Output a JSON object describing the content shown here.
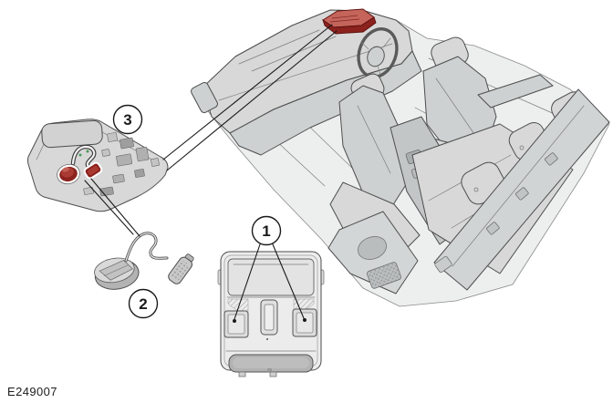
{
  "figure": {
    "code": "E249007"
  },
  "callouts": [
    {
      "label": "1"
    },
    {
      "label": "2"
    },
    {
      "label": "3"
    }
  ],
  "colors": {
    "highlight_dark": "#8b221e",
    "highlight_mid": "#a93a31",
    "highlight_light": "#c4645a",
    "outline": "#1a1a1a",
    "part_stroke": "#4d4d4d",
    "surface_light": "#ececec",
    "surface_mid": "#d8d8d8",
    "surface_dark": "#bdbdbd",
    "background": "#ffffff"
  }
}
